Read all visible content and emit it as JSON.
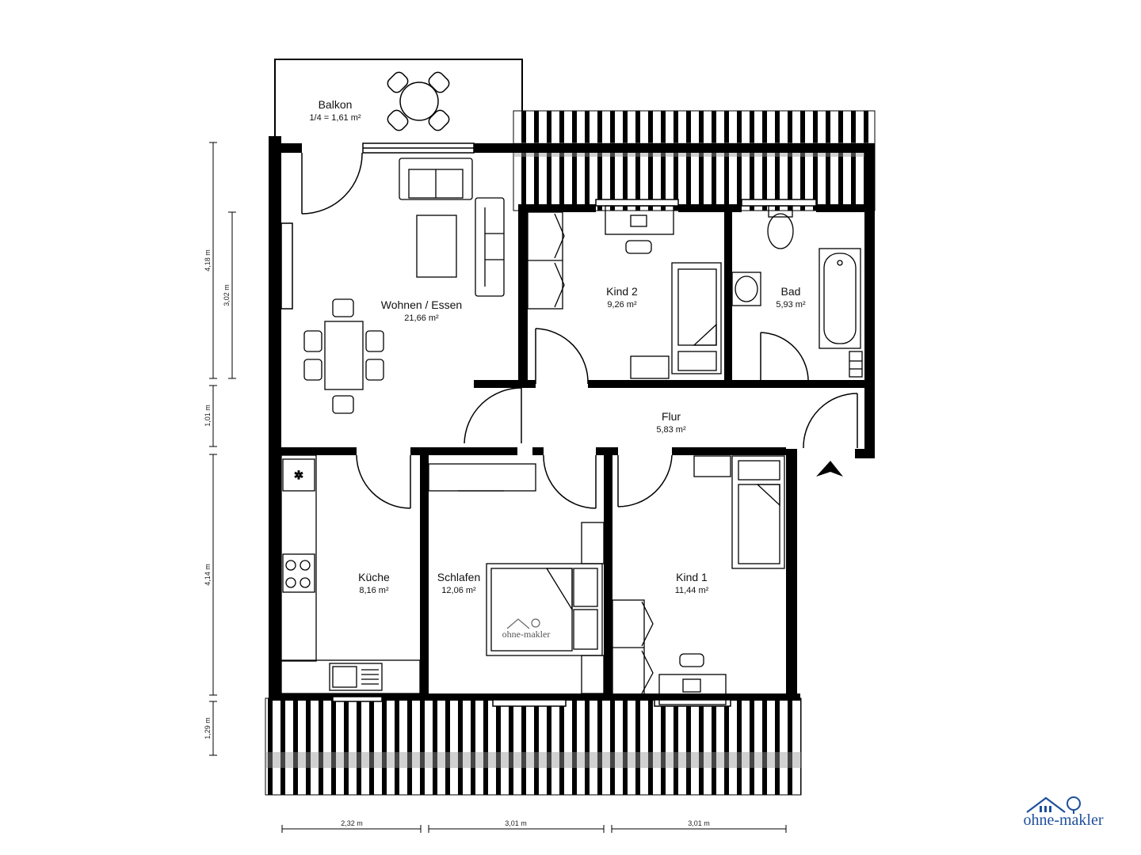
{
  "rooms": {
    "balkon": {
      "name": "Balkon",
      "area": "1/4 = 1,61 m²"
    },
    "wohnen": {
      "name": "Wohnen / Essen",
      "area": "21,66 m²"
    },
    "kind2": {
      "name": "Kind 2",
      "area": "9,26 m²"
    },
    "bad": {
      "name": "Bad",
      "area": "5,93 m²"
    },
    "flur": {
      "name": "Flur",
      "area": "5,83 m²"
    },
    "kueche": {
      "name": "Küche",
      "area": "8,16 m²"
    },
    "schlafen": {
      "name": "Schlafen",
      "area": "12,06 m²"
    },
    "kind1": {
      "name": "Kind 1",
      "area": "11,44 m²"
    }
  },
  "dimensions": {
    "left_outer": [
      "4,18 m",
      "1,01 m",
      "4,14 m",
      "1,29 m"
    ],
    "left_inner": "3,02 m",
    "bottom": [
      "2,32 m",
      "3,01 m",
      "3,01 m"
    ]
  },
  "branding": {
    "logo": "ohne-makler",
    "watermark": "ohne-makler",
    "color": "#1d4f9c"
  }
}
